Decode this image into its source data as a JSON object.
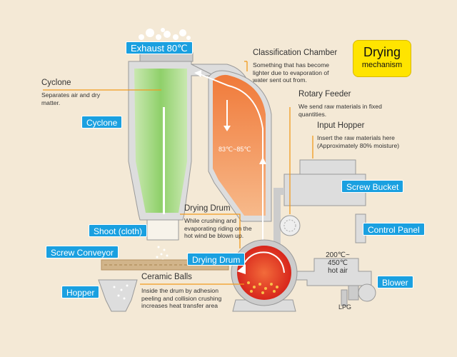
{
  "exhaust": "Exhaust 80℃",
  "callout": {
    "line1": "Drying",
    "line2": "mechanism"
  },
  "classification": {
    "heading": "Classification Chamber",
    "desc": "Something that has become lighter due to evaporation of water sent out from."
  },
  "cyclone_info": {
    "heading": "Cyclone",
    "desc": "Separates air and dry matter."
  },
  "rotary_feeder": {
    "heading": "Rotary Feeder",
    "desc": "We send raw materials in fixed quantities."
  },
  "input_hopper": {
    "heading": "Input Hopper",
    "desc": "Insert the raw materials here (Approximately 80% moisture)"
  },
  "drying_drum_info": {
    "heading": "Drying Drum",
    "desc": "While crushing and evaporating riding on the hot wind be blown up."
  },
  "ceramic_balls": {
    "heading": "Ceramic Balls",
    "desc": "Inside the drum by adhesion peeling and collision crushing increases heat transfer area"
  },
  "tags": {
    "cyclone": "Cyclone",
    "shoot": "Shoot (cloth)",
    "screw_conveyor": "Screw Conveyor",
    "drying_drum": "Drying Drum",
    "hopper": "Hopper",
    "screw_bucket": "Screw Bucket",
    "control_panel": "Control Panel",
    "blower": "Blower"
  },
  "temps": {
    "chamber": "83℃~85℃",
    "hot_air_line1": "200℃~",
    "hot_air_line2": "450℃",
    "hot_air_line3": "hot air"
  },
  "lpg": "LPG",
  "colors": {
    "accent_blue": "#1aa0e0",
    "orange": "#f29a1e",
    "callout_yellow": "#ffe400",
    "background": "#f4e9d6"
  }
}
